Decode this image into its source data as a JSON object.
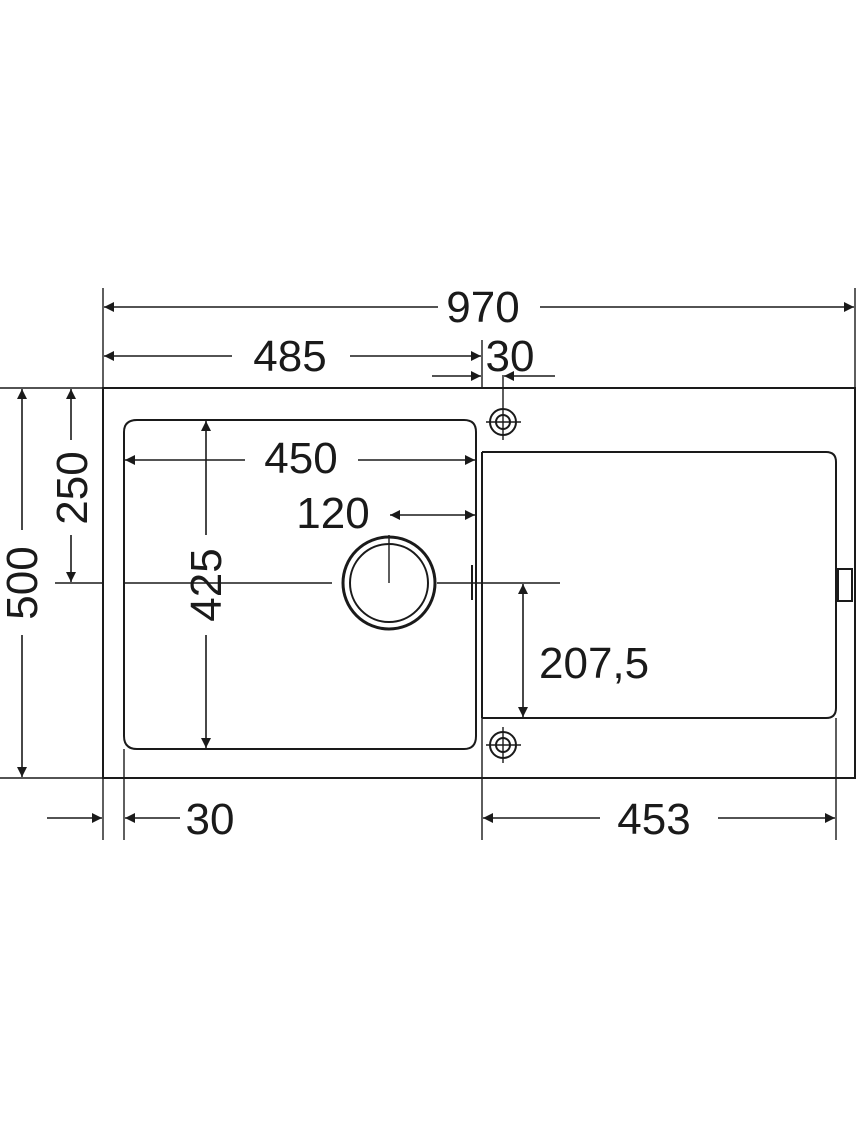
{
  "colors": {
    "line": "#1a1a1a",
    "background": "#ffffff"
  },
  "dimensions": {
    "overall_width": "970",
    "bowl_center_offset": "485",
    "tap_hole_offset": "30",
    "bowl_width": "450",
    "drain_offset": "120",
    "bowl_depth": "425",
    "overall_depth": "500",
    "half_depth": "250",
    "drainer_offset": "207,5",
    "left_margin": "30",
    "drainer_width": "453"
  }
}
